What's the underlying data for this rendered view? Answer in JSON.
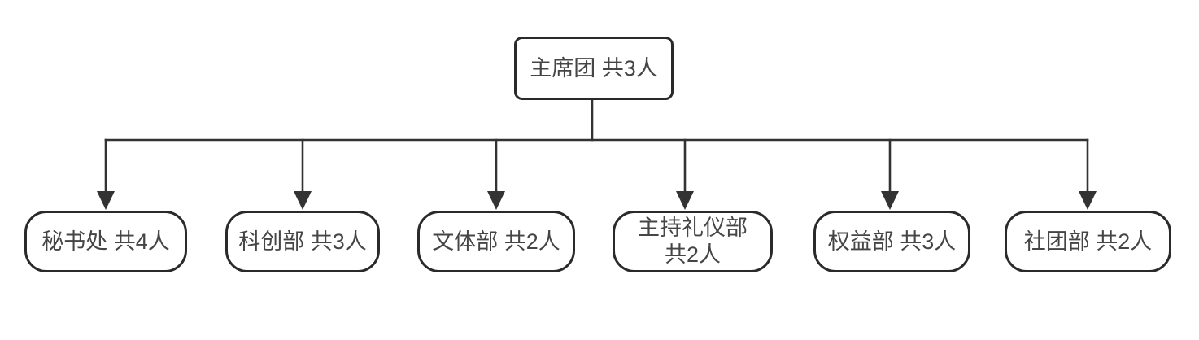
{
  "diagram": {
    "type": "org-chart",
    "root": {
      "label": "主席团 共3人"
    },
    "children": [
      {
        "label": "秘书处 共4人"
      },
      {
        "label": "科创部 共3人"
      },
      {
        "label": "文体部 共2人"
      },
      {
        "label": "主持礼仪部 共2人"
      },
      {
        "label": "权益部 共3人"
      },
      {
        "label": "社团部 共2人"
      }
    ],
    "colors": {
      "background": "#ffffff",
      "border": "#2a2a2a",
      "line": "#333333",
      "text": "#454545"
    }
  }
}
